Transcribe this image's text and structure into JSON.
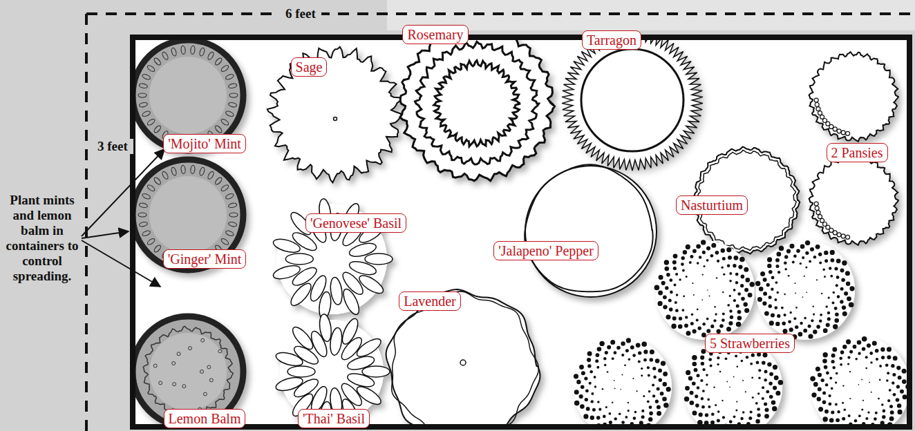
{
  "diagram": {
    "nodes": [
      {
        "text": [
          "Sage"
        ]
      },
      {
        "text": [
          "Rosemary"
        ]
      },
      {
        "text": [
          "Tarragon"
        ]
      },
      {
        "text": [
          "'Mojito' Mint"
        ]
      },
      {
        "text": [
          "2 Pansies"
        ]
      },
      {
        "text": [
          "Nasturtium"
        ]
      },
      {
        "text": [
          "'Genovese' Basil"
        ]
      },
      {
        "text": [
          "'Jalapeno' Pepper"
        ]
      },
      {
        "text": [
          "'Ginger' Mint"
        ]
      },
      {
        "text": [
          "Lavender"
        ]
      },
      {
        "text": [
          "5 Strawberries"
        ]
      },
      {
        "text": [
          "Lemon Balm"
        ]
      },
      {
        "text": [
          "'Thai' Basil"
        ]
      }
    ],
    "labels": [
      "6 feet",
      "3 feet",
      "Plant mints and lemon balm in containers to control spreading."
    ]
  }
}
